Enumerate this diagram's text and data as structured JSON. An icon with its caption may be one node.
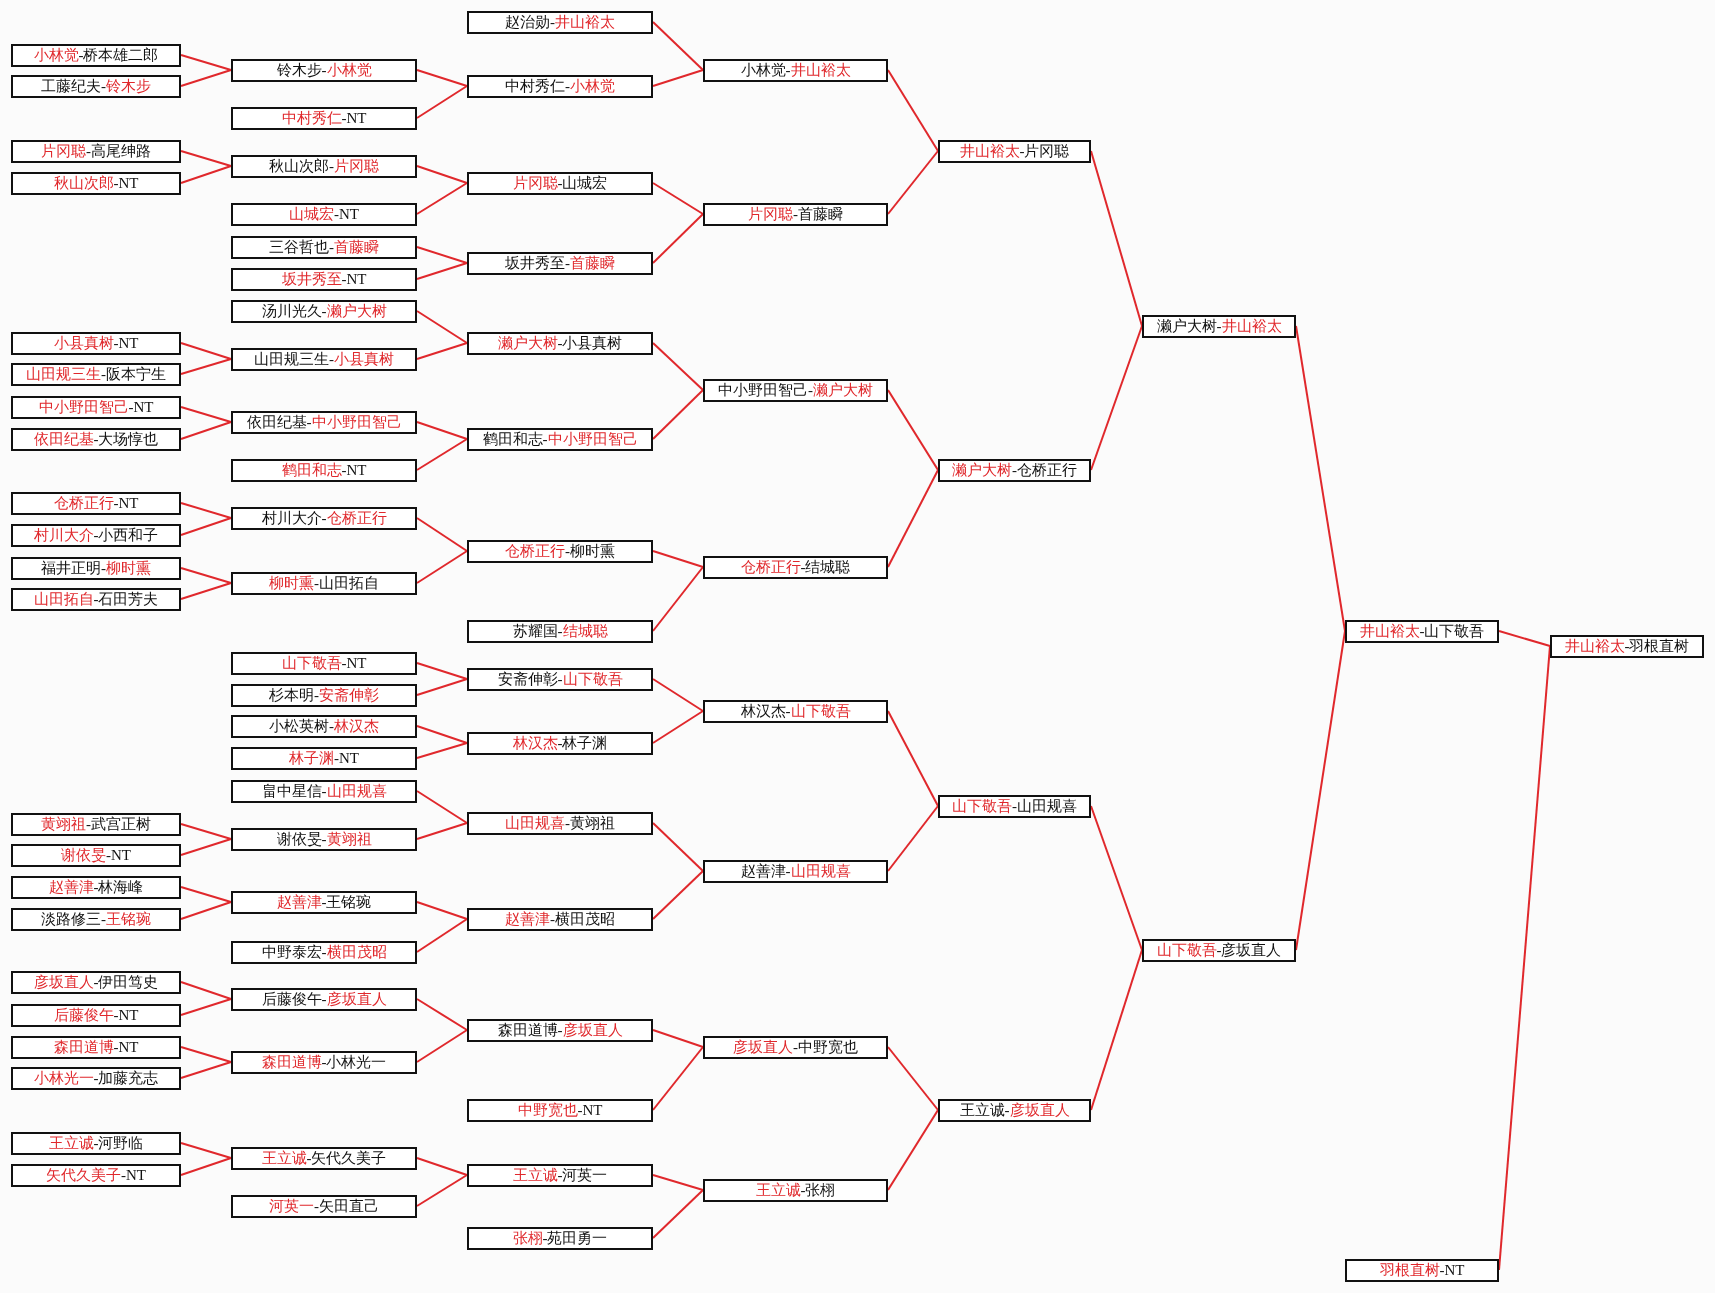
{
  "diagram": {
    "nodes": [
      {
        "text": [
          "小林觉-桥本雄二郎"
        ]
      },
      {
        "text": [
          "工藤纪夫-铃木步"
        ]
      },
      {
        "text": [
          "片冈聪-高尾绅路"
        ]
      },
      {
        "text": [
          "秋山次郎-NT"
        ]
      },
      {
        "text": [
          "小县真树-NT"
        ]
      },
      {
        "text": [
          "山田规三生-阪本宁生"
        ]
      },
      {
        "text": [
          "中小野田智己-NT"
        ]
      },
      {
        "text": [
          "依田纪基-大场惇也"
        ]
      },
      {
        "text": [
          "仓桥正行-NT"
        ]
      },
      {
        "text": [
          "村川大介-小西和子"
        ]
      },
      {
        "text": [
          "福井正明-柳时熏"
        ]
      },
      {
        "text": [
          "山田拓自-石田芳夫"
        ]
      },
      {
        "text": [
          "黄翊祖-武宫正树"
        ]
      },
      {
        "text": [
          "谢依旻-NT"
        ]
      },
      {
        "text": [
          "赵善津-林海峰"
        ]
      },
      {
        "text": [
          "淡路修三-王铭琬"
        ]
      },
      {
        "text": [
          "彦坂直人-伊田笃史"
        ]
      },
      {
        "text": [
          "后藤俊午-NT"
        ]
      },
      {
        "text": [
          "森田道博-NT"
        ]
      },
      {
        "text": [
          "小林光一-加藤充志"
        ]
      },
      {
        "text": [
          "王立诚-河野临"
        ]
      },
      {
        "text": [
          "矢代久美子-NT"
        ]
      },
      {
        "text": [
          "铃木步-小林觉"
        ]
      },
      {
        "text": [
          "中村秀仁-NT"
        ]
      },
      {
        "text": [
          "秋山次郎-片冈聪"
        ]
      },
      {
        "text": [
          "山城宏-NT"
        ]
      },
      {
        "text": [
          "三谷哲也-首藤瞬"
        ]
      },
      {
        "text": [
          "坂井秀至-NT"
        ]
      },
      {
        "text": [
          "汤川光久-濑户大树"
        ]
      },
      {
        "text": [
          "山田规三生-小县真树"
        ]
      },
      {
        "text": [
          "依田纪基-中小野田智己"
        ]
      },
      {
        "text": [
          "鹤田和志-NT"
        ]
      },
      {
        "text": [
          "村川大介-仓桥正行"
        ]
      },
      {
        "text": [
          "柳时熏-山田拓自"
        ]
      },
      {
        "text": [
          "山下敬吾-NT"
        ]
      },
      {
        "text": [
          "杉本明-安斋伸彰"
        ]
      },
      {
        "text": [
          "小松英树-林汉杰"
        ]
      },
      {
        "text": [
          "林子渊-NT"
        ]
      },
      {
        "text": [
          "畠中星信-山田规喜"
        ]
      },
      {
        "text": [
          "谢依旻-黄翊祖"
        ]
      },
      {
        "text": [
          "赵善津-王铭琬"
        ]
      },
      {
        "text": [
          "中野泰宏-横田茂昭"
        ]
      },
      {
        "text": [
          "后藤俊午-彦坂直人"
        ]
      },
      {
        "text": [
          "森田道博-小林光一"
        ]
      },
      {
        "text": [
          "王立诚-矢代久美子"
        ]
      },
      {
        "text": [
          "河英一-矢田直己"
        ]
      },
      {
        "text": [
          "赵治勋-井山裕太"
        ]
      },
      {
        "text": [
          "中村秀仁-小林觉"
        ]
      },
      {
        "text": [
          "片冈聪-山城宏"
        ]
      },
      {
        "text": [
          "坂井秀至-首藤瞬"
        ]
      },
      {
        "text": [
          "濑户大树-小县真树"
        ]
      },
      {
        "text": [
          "鹤田和志-中小野田智己"
        ]
      },
      {
        "text": [
          "仓桥正行-柳时熏"
        ]
      },
      {
        "text": [
          "苏耀国-结城聪"
        ]
      },
      {
        "text": [
          "安斋伸彰-山下敬吾"
        ]
      },
      {
        "text": [
          "林汉杰-林子渊"
        ]
      },
      {
        "text": [
          "山田规喜-黄翊祖"
        ]
      },
      {
        "text": [
          "赵善津-横田茂昭"
        ]
      },
      {
        "text": [
          "森田道博-彦坂直人"
        ]
      },
      {
        "text": [
          "中野宽也-NT"
        ]
      },
      {
        "text": [
          "王立诚-河英一"
        ]
      },
      {
        "text": [
          "张栩-苑田勇一"
        ]
      },
      {
        "text": [
          "小林觉-井山裕太"
        ]
      },
      {
        "text": [
          "片冈聪-首藤瞬"
        ]
      },
      {
        "text": [
          "中小野田智己-濑户大树"
        ]
      },
      {
        "text": [
          "仓桥正行-结城聪"
        ]
      },
      {
        "text": [
          "林汉杰-山下敬吾"
        ]
      },
      {
        "text": [
          "赵善津-山田规喜"
        ]
      },
      {
        "text": [
          "彦坂直人-中野宽也"
        ]
      },
      {
        "text": [
          "王立诚-张栩"
        ]
      },
      {
        "text": [
          "井山裕太-片冈聪"
        ]
      },
      {
        "text": [
          "濑户大树-仓桥正行"
        ]
      },
      {
        "text": [
          "山下敬吾-山田规喜"
        ]
      },
      {
        "text": [
          "王立诚-彦坂直人"
        ]
      },
      {
        "text": [
          "濑户大树-井山裕太"
        ]
      },
      {
        "text": [
          "山下敬吾-彦坂直人"
        ]
      },
      {
        "text": [
          "井山裕太-山下敬吾"
        ]
      },
      {
        "text": [
          "羽根直树-NT"
        ]
      },
      {
        "text": [
          "井山裕太-羽根直树"
        ]
      }
    ],
    "edges": [
      {
        "from": 0,
        "to": 22,
        "arrow": "none"
      },
      {
        "from": 1,
        "to": 22,
        "arrow": "none"
      },
      {
        "from": 2,
        "to": 24,
        "arrow": "none"
      },
      {
        "from": 3,
        "to": 24,
        "arrow": "none"
      },
      {
        "from": 4,
        "to": 29,
        "arrow": "none"
      },
      {
        "from": 5,
        "to": 29,
        "arrow": "none"
      },
      {
        "from": 6,
        "to": 30,
        "arrow": "none"
      },
      {
        "from": 7,
        "to": 30,
        "arrow": "none"
      },
      {
        "from": 8,
        "to": 32,
        "arrow": "none"
      },
      {
        "from": 9,
        "to": 32,
        "arrow": "none"
      },
      {
        "from": 10,
        "to": 33,
        "arrow": "none"
      },
      {
        "from": 11,
        "to": 33,
        "arrow": "none"
      },
      {
        "from": 12,
        "to": 39,
        "arrow": "none"
      },
      {
        "from": 13,
        "to": 39,
        "arrow": "none"
      },
      {
        "from": 14,
        "to": 40,
        "arrow": "none"
      },
      {
        "from": 15,
        "to": 40,
        "arrow": "none"
      },
      {
        "from": 16,
        "to": 42,
        "arrow": "none"
      },
      {
        "from": 17,
        "to": 42,
        "arrow": "none"
      },
      {
        "from": 18,
        "to": 43,
        "arrow": "none"
      },
      {
        "from": 19,
        "to": 43,
        "arrow": "none"
      },
      {
        "from": 20,
        "to": 44,
        "arrow": "none"
      },
      {
        "from": 21,
        "to": 44,
        "arrow": "none"
      },
      {
        "from": 22,
        "to": 47,
        "arrow": "none"
      },
      {
        "from": 23,
        "to": 47,
        "arrow": "none"
      },
      {
        "from": 24,
        "to": 48,
        "arrow": "none"
      },
      {
        "from": 25,
        "to": 48,
        "arrow": "none"
      },
      {
        "from": 26,
        "to": 49,
        "arrow": "none"
      },
      {
        "from": 27,
        "to": 49,
        "arrow": "none"
      },
      {
        "from": 28,
        "to": 50,
        "arrow": "none"
      },
      {
        "from": 29,
        "to": 50,
        "arrow": "none"
      },
      {
        "from": 30,
        "to": 51,
        "arrow": "none"
      },
      {
        "from": 31,
        "to": 51,
        "arrow": "none"
      },
      {
        "from": 32,
        "to": 52,
        "arrow": "none"
      },
      {
        "from": 33,
        "to": 52,
        "arrow": "none"
      },
      {
        "from": 34,
        "to": 54,
        "arrow": "none"
      },
      {
        "from": 35,
        "to": 54,
        "arrow": "none"
      },
      {
        "from": 36,
        "to": 55,
        "arrow": "none"
      },
      {
        "from": 37,
        "to": 55,
        "arrow": "none"
      },
      {
        "from": 38,
        "to": 56,
        "arrow": "none"
      },
      {
        "from": 39,
        "to": 56,
        "arrow": "none"
      },
      {
        "from": 40,
        "to": 57,
        "arrow": "none"
      },
      {
        "from": 41,
        "to": 57,
        "arrow": "none"
      },
      {
        "from": 42,
        "to": 58,
        "arrow": "none"
      },
      {
        "from": 43,
        "to": 58,
        "arrow": "none"
      },
      {
        "from": 44,
        "to": 60,
        "arrow": "none"
      },
      {
        "from": 45,
        "to": 60,
        "arrow": "none"
      },
      {
        "from": 46,
        "to": 62,
        "arrow": "none"
      },
      {
        "from": 47,
        "to": 62,
        "arrow": "none"
      },
      {
        "from": 48,
        "to": 63,
        "arrow": "none"
      },
      {
        "from": 49,
        "to": 63,
        "arrow": "none"
      },
      {
        "from": 50,
        "to": 64,
        "arrow": "none"
      },
      {
        "from": 51,
        "to": 64,
        "arrow": "none"
      },
      {
        "from": 52,
        "to": 65,
        "arrow": "none"
      },
      {
        "from": 53,
        "to": 65,
        "arrow": "none"
      },
      {
        "from": 54,
        "to": 66,
        "arrow": "none"
      },
      {
        "from": 55,
        "to": 66,
        "arrow": "none"
      },
      {
        "from": 56,
        "to": 67,
        "arrow": "none"
      },
      {
        "from": 57,
        "to": 67,
        "arrow": "none"
      },
      {
        "from": 58,
        "to": 68,
        "arrow": "none"
      },
      {
        "from": 59,
        "to": 68,
        "arrow": "none"
      },
      {
        "from": 60,
        "to": 69,
        "arrow": "none"
      },
      {
        "from": 61,
        "to": 69,
        "arrow": "none"
      },
      {
        "from": 62,
        "to": 70,
        "arrow": "none"
      },
      {
        "from": 63,
        "to": 70,
        "arrow": "none"
      },
      {
        "from": 64,
        "to": 71,
        "arrow": "none"
      },
      {
        "from": 65,
        "to": 71,
        "arrow": "none"
      },
      {
        "from": 66,
        "to": 72,
        "arrow": "none"
      },
      {
        "from": 67,
        "to": 72,
        "arrow": "none"
      },
      {
        "from": 68,
        "to": 73,
        "arrow": "none"
      },
      {
        "from": 69,
        "to": 73,
        "arrow": "none"
      },
      {
        "from": 70,
        "to": 74,
        "arrow": "none"
      },
      {
        "from": 71,
        "to": 74,
        "arrow": "none"
      },
      {
        "from": 72,
        "to": 75,
        "arrow": "none"
      },
      {
        "from": 73,
        "to": 75,
        "arrow": "none"
      },
      {
        "from": 74,
        "to": 76,
        "arrow": "none"
      },
      {
        "from": 75,
        "to": 76,
        "arrow": "none"
      },
      {
        "from": 76,
        "to": 78,
        "arrow": "none"
      },
      {
        "from": 77,
        "to": 78,
        "arrow": "none"
      }
    ]
  }
}
